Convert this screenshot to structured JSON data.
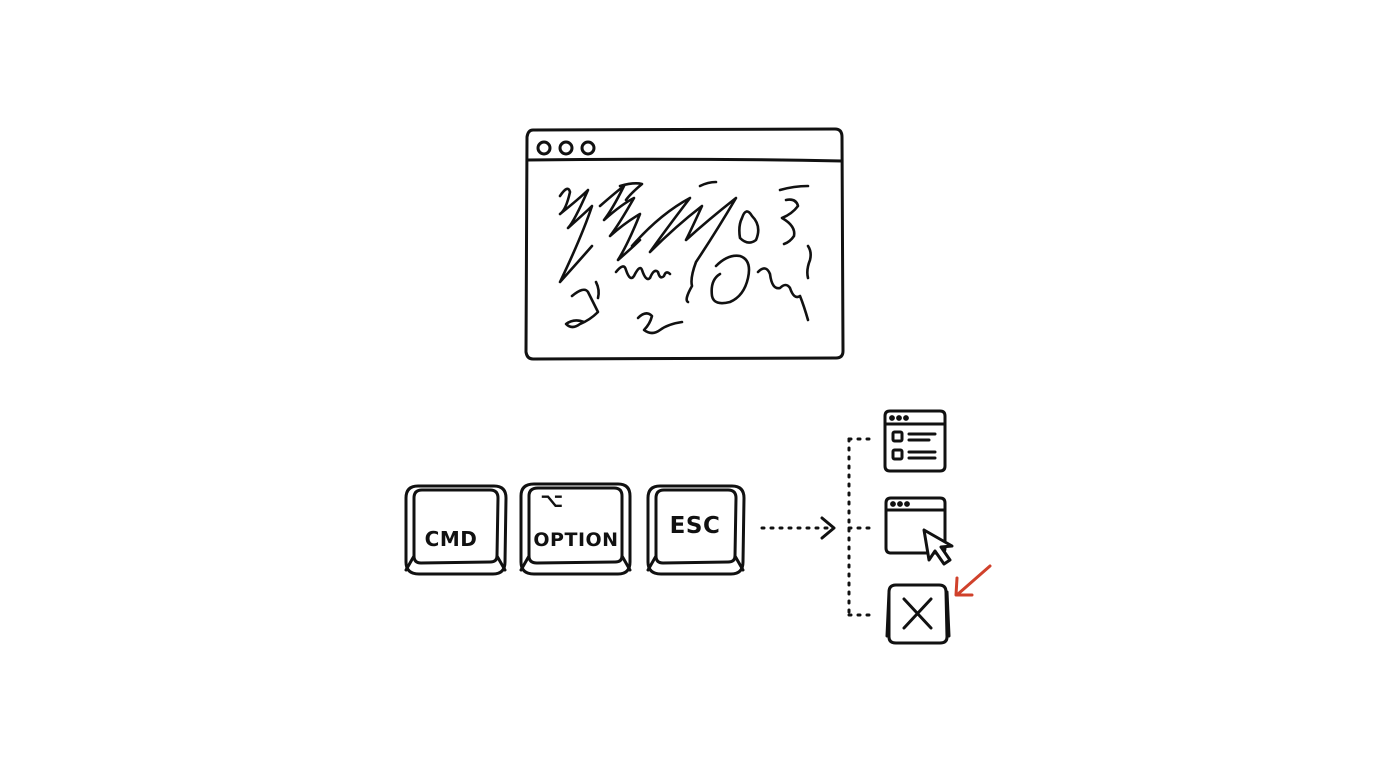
{
  "colors": {
    "ink": "#111111",
    "accent": "#d0412b",
    "background": "#ffffff"
  },
  "frozen_window": {
    "traffic_light_count": 3,
    "content": "scribble-icon"
  },
  "keys": [
    {
      "label": "CMD",
      "symbol": ""
    },
    {
      "label": "OPTION",
      "symbol": "⌥"
    },
    {
      "label": "ESC",
      "symbol": ""
    }
  ],
  "arrow": "dotted-arrow-right-icon",
  "options": [
    {
      "icon": "list-window-icon"
    },
    {
      "icon": "window-cursor-icon"
    },
    {
      "icon": "close-box-icon",
      "highlighted": true
    }
  ]
}
